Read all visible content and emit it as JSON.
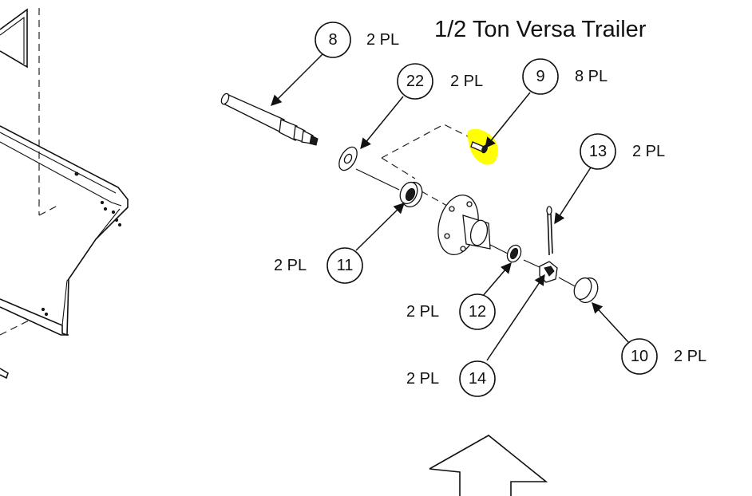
{
  "title": "1/2 Ton Versa Trailer",
  "highlight_color": "#ffff00",
  "callouts": [
    {
      "id": "8",
      "qty": "2 PL"
    },
    {
      "id": "22",
      "qty": "2 PL"
    },
    {
      "id": "9",
      "qty": "8 PL"
    },
    {
      "id": "13",
      "qty": "2 PL"
    },
    {
      "id": "11",
      "qty": "2 PL"
    },
    {
      "id": "12",
      "qty": "2 PL"
    },
    {
      "id": "14",
      "qty": "2 PL"
    },
    {
      "id": "10",
      "qty": "2 PL"
    }
  ],
  "parts": [
    {
      "id": "8",
      "name": "spindle-axle"
    },
    {
      "id": "22",
      "name": "washer"
    },
    {
      "id": "9",
      "name": "lug-bolt"
    },
    {
      "id": "13",
      "name": "cotter-pin"
    },
    {
      "id": "11",
      "name": "inner-bearing"
    },
    {
      "id": "12",
      "name": "outer-bearing"
    },
    {
      "id": "14",
      "name": "castle-nut"
    },
    {
      "id": "10",
      "name": "dust-cap"
    }
  ]
}
